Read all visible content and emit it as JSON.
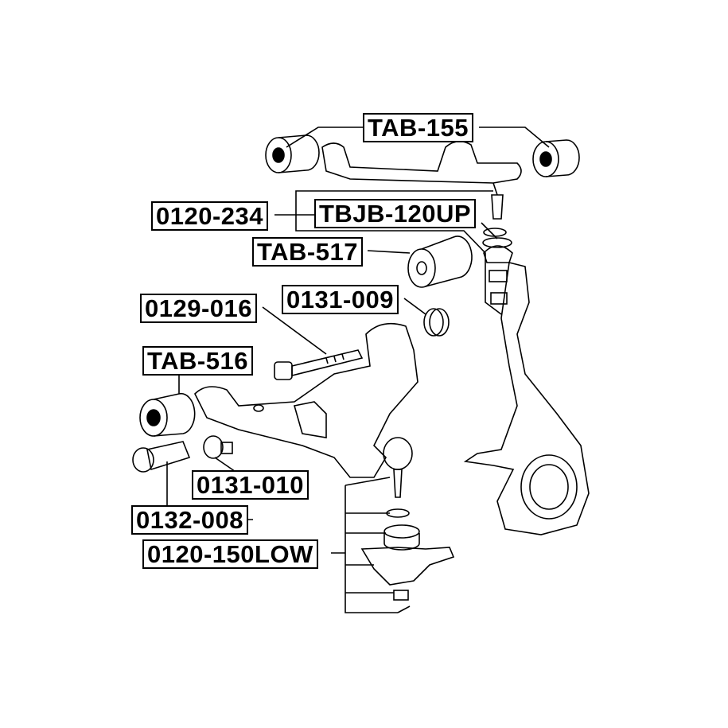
{
  "diagram": {
    "parts": [
      {
        "id": "tab155",
        "label": "TAB-155"
      },
      {
        "id": "p0120_234",
        "label": "0120-234"
      },
      {
        "id": "tbjb120up",
        "label": "TBJB-120UP"
      },
      {
        "id": "tab517",
        "label": "TAB-517"
      },
      {
        "id": "p0129_016",
        "label": "0129-016"
      },
      {
        "id": "p0131_009",
        "label": "0131-009"
      },
      {
        "id": "tab516",
        "label": "TAB-516"
      },
      {
        "id": "p0131_010",
        "label": "0131-010"
      },
      {
        "id": "p0132_008",
        "label": "0132-008"
      },
      {
        "id": "p0120_150low",
        "label": "0120-150LOW"
      }
    ]
  }
}
